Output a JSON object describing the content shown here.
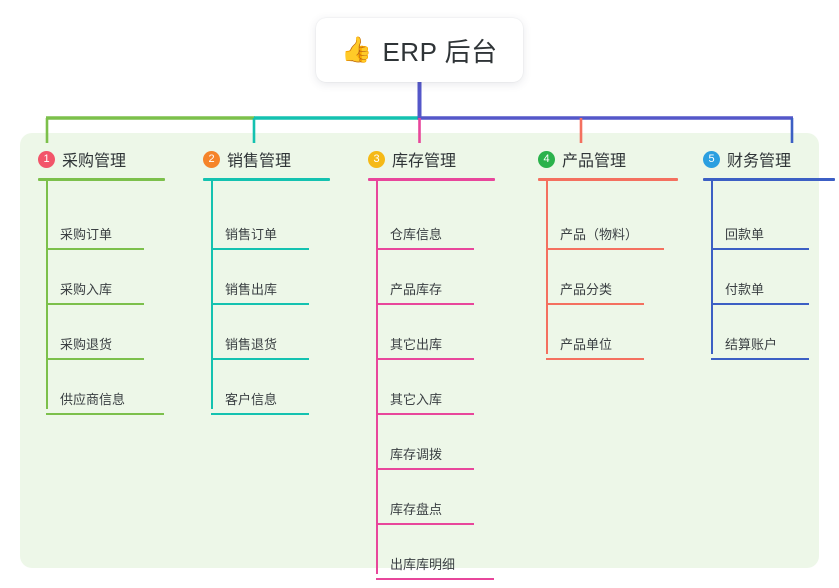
{
  "root": {
    "icon": "thumbs-up-icon",
    "emoji": "👍",
    "title": "ERP 后台"
  },
  "palette": {
    "panel_bg": "#edf7e8",
    "page_bg": "#ffffff",
    "stem": "#5457C9",
    "bus_green": "#7CC04B",
    "bus_teal": "#14C2B0",
    "bus_blue": "#5457C9",
    "text": "#2f3437"
  },
  "columns": [
    {
      "index": "1",
      "title": "采购管理",
      "badge_color": "#F2556A",
      "line_color": "#7CC04B",
      "leaves": [
        {
          "label": "采购订单"
        },
        {
          "label": "采购入库"
        },
        {
          "label": "采购退货"
        },
        {
          "label": "供应商信息"
        }
      ]
    },
    {
      "index": "2",
      "title": "销售管理",
      "badge_color": "#F5842A",
      "line_color": "#14C2B0",
      "leaves": [
        {
          "label": "销售订单"
        },
        {
          "label": "销售出库"
        },
        {
          "label": "销售退货"
        },
        {
          "label": "客户信息"
        }
      ]
    },
    {
      "index": "3",
      "title": "库存管理",
      "badge_color": "#F5B916",
      "line_color": "#E8469B",
      "leaves": [
        {
          "label": "仓库信息"
        },
        {
          "label": "产品库存"
        },
        {
          "label": "其它出库"
        },
        {
          "label": "其它入库"
        },
        {
          "label": "库存调拨"
        },
        {
          "label": "库存盘点"
        },
        {
          "label": "出库库明细"
        }
      ]
    },
    {
      "index": "4",
      "title": "产品管理",
      "badge_color": "#2BB24C",
      "line_color": "#F4705F",
      "leaves": [
        {
          "label": "产品（物料）"
        },
        {
          "label": "产品分类"
        },
        {
          "label": "产品单位"
        }
      ]
    },
    {
      "index": "5",
      "title": "财务管理",
      "badge_color": "#2B9FE0",
      "line_color": "#3C5FC4",
      "leaves": [
        {
          "label": "回款单"
        },
        {
          "label": "付款单"
        },
        {
          "label": "结算账户"
        }
      ]
    }
  ]
}
